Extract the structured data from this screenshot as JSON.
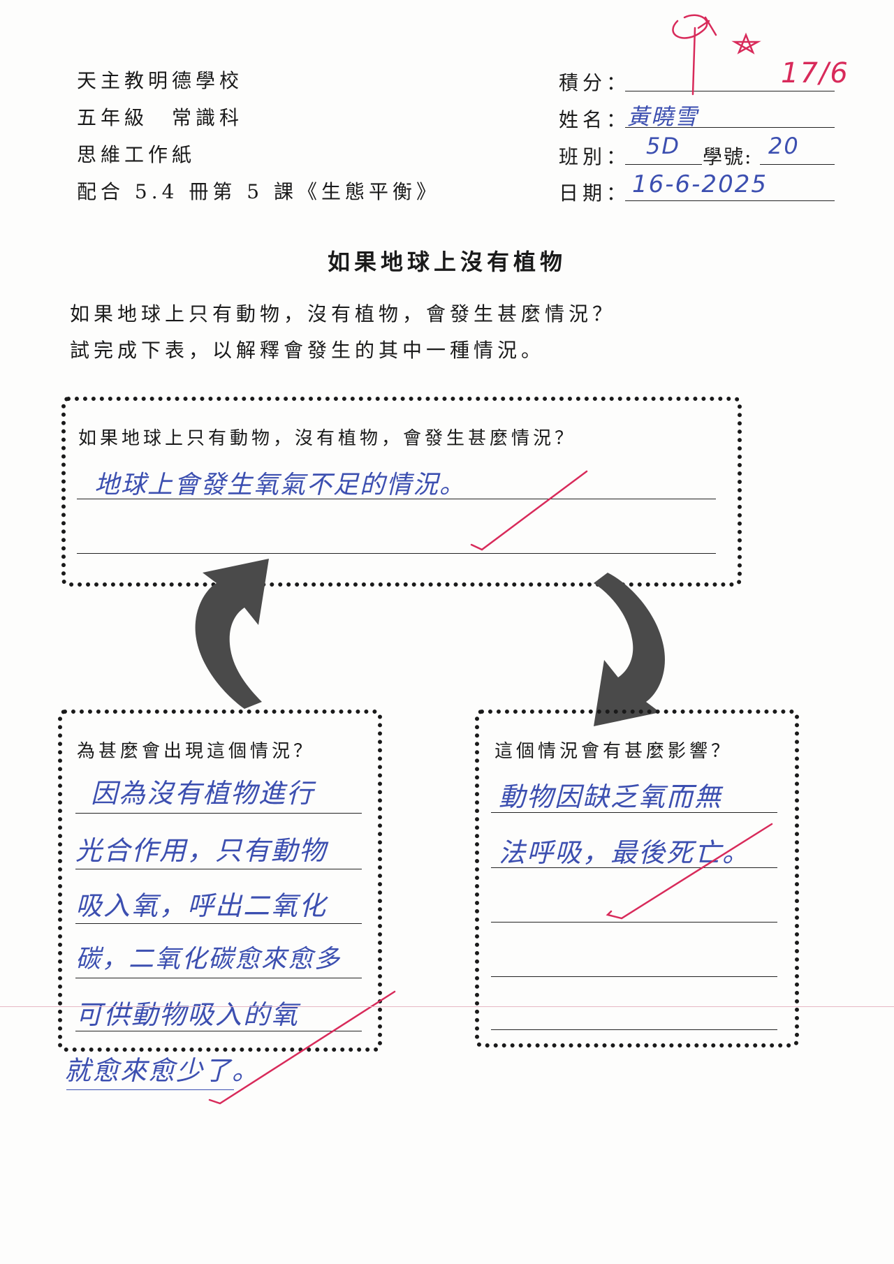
{
  "header": {
    "school": "天主教明德學校",
    "grade_subject": "五年級　常識科",
    "worksheet_type": "思維工作紙",
    "lesson": "配合 5.4 冊第 5 課《生態平衡》",
    "score_label": "積分：",
    "name_label": "姓名：",
    "class_label": "班別：",
    "student_no_label": "學號:",
    "date_label": "日期："
  },
  "filled": {
    "score": "17/6",
    "name": "黃曉雪",
    "class": "5D",
    "student_no": "20",
    "date": "16-6-2025"
  },
  "main": {
    "title": "如果地球上沒有植物",
    "instruction_1": "如果地球上只有動物，沒有植物，會發生甚麼情況？",
    "instruction_2": "試完成下表，以解釋會發生的其中一種情況。"
  },
  "box_top": {
    "question": "如果地球上只有動物，沒有植物，會發生甚麼情況？",
    "answer": "地球上會發生氧氣不足的情況。"
  },
  "box_left": {
    "question": "為甚麼會出現這個情況？",
    "lines": [
      "因為沒有植物進行",
      "光合作用，只有動物",
      "吸入氧，呼出二氧化",
      "碳，二氧化碳愈來愈多",
      "可供動物吸入的氧",
      "就愈來愈少了。"
    ]
  },
  "box_right": {
    "question": "這個情況會有甚麼影響？",
    "lines": [
      "動物因缺乏氧而無",
      "法呼吸，最後死亡。"
    ]
  },
  "colors": {
    "ink_blue": "#3c4fb0",
    "mark_red": "#d82a5a",
    "arrow_gray": "#4a4a4a"
  }
}
